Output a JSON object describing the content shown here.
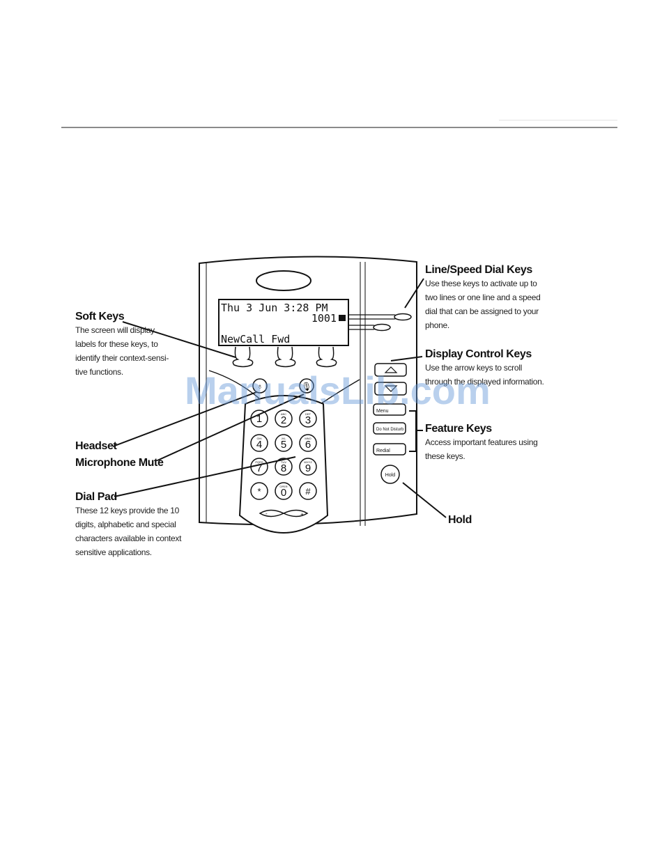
{
  "phone": {
    "lcd": {
      "line1": "Thu 3 Jun 3:28 PM",
      "line2": "1001",
      "line3": "NewCall  Fwd"
    },
    "dialpad": [
      {
        "digit": "1",
        "letters": ""
      },
      {
        "digit": "2",
        "letters": "ABC"
      },
      {
        "digit": "3",
        "letters": "DEF"
      },
      {
        "digit": "4",
        "letters": "GHI"
      },
      {
        "digit": "5",
        "letters": "JKL"
      },
      {
        "digit": "6",
        "letters": "MNO"
      },
      {
        "digit": "7",
        "letters": "PQRS"
      },
      {
        "digit": "8",
        "letters": "TUV"
      },
      {
        "digit": "9",
        "letters": "WXYZ"
      },
      {
        "digit": "*",
        "letters": ""
      },
      {
        "digit": "0",
        "letters": "OPER"
      },
      {
        "digit": "#",
        "letters": ""
      }
    ],
    "feature_keys": {
      "menu": "Menu",
      "dnd": "Do Not Disturb",
      "redial": "Redial"
    },
    "hold_label": "Hold"
  },
  "callouts": {
    "line_speed": {
      "title": "Line/Speed Dial Keys",
      "lines": [
        "Use these keys to activate up to",
        "two lines or one line and a speed",
        "dial that can be assigned to your",
        "phone."
      ]
    },
    "soft_keys": {
      "title": "Soft Keys",
      "lines": [
        "The screen will display",
        "labels for these keys, to",
        "identify their context-sensi-",
        "tive functions."
      ]
    },
    "display_control": {
      "title": "Display Control Keys",
      "lines": [
        "Use the arrow keys to scroll",
        "through the displayed information."
      ]
    },
    "feature_keys": {
      "title": "Feature Keys",
      "lines": [
        "Access important features using",
        "these keys."
      ]
    },
    "headset": {
      "title": "Headset"
    },
    "mic_mute": {
      "title": "Microphone Mute"
    },
    "dial_pad": {
      "title": "Dial Pad",
      "lines": [
        "These 12 keys provide the 10",
        "digits, alphabetic and special",
        "characters available in context",
        "sensitive applications."
      ]
    },
    "hold": {
      "title": "Hold"
    }
  },
  "watermark": "ManualsLib.com",
  "colors": {
    "ink": "#111111",
    "body": "#ffffff",
    "watermark": "#6496d7"
  }
}
